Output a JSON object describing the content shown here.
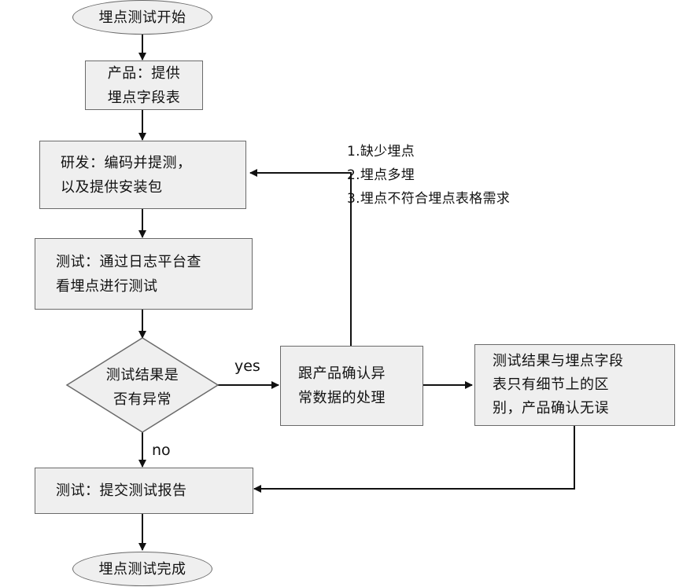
{
  "nodes": {
    "start": "埋点测试开始",
    "product_line1": "产品：提供",
    "product_line2": "埋点字段表",
    "dev_line1": "研发：编码并提测，",
    "dev_line2": "以及提供安装包",
    "test_line1": "测试：通过日志平台查",
    "test_line2": "看埋点进行测试",
    "decision_line1": "测试结果是",
    "decision_line2": "否有异常",
    "confirm_line1": "跟产品确认异",
    "confirm_line2": "常数据的处理",
    "detail_line1": "测试结果与埋点字段",
    "detail_line2": "表只有细节上的区",
    "detail_line3": "别，产品确认无误",
    "report": "测试：提交测试报告",
    "end": "埋点测试完成"
  },
  "edge_labels": {
    "yes": "yes",
    "no": "no"
  },
  "issue_notes": [
    "1.缺少埋点",
    "2.埋点多埋",
    "3.埋点不符合埋点表格需求"
  ]
}
